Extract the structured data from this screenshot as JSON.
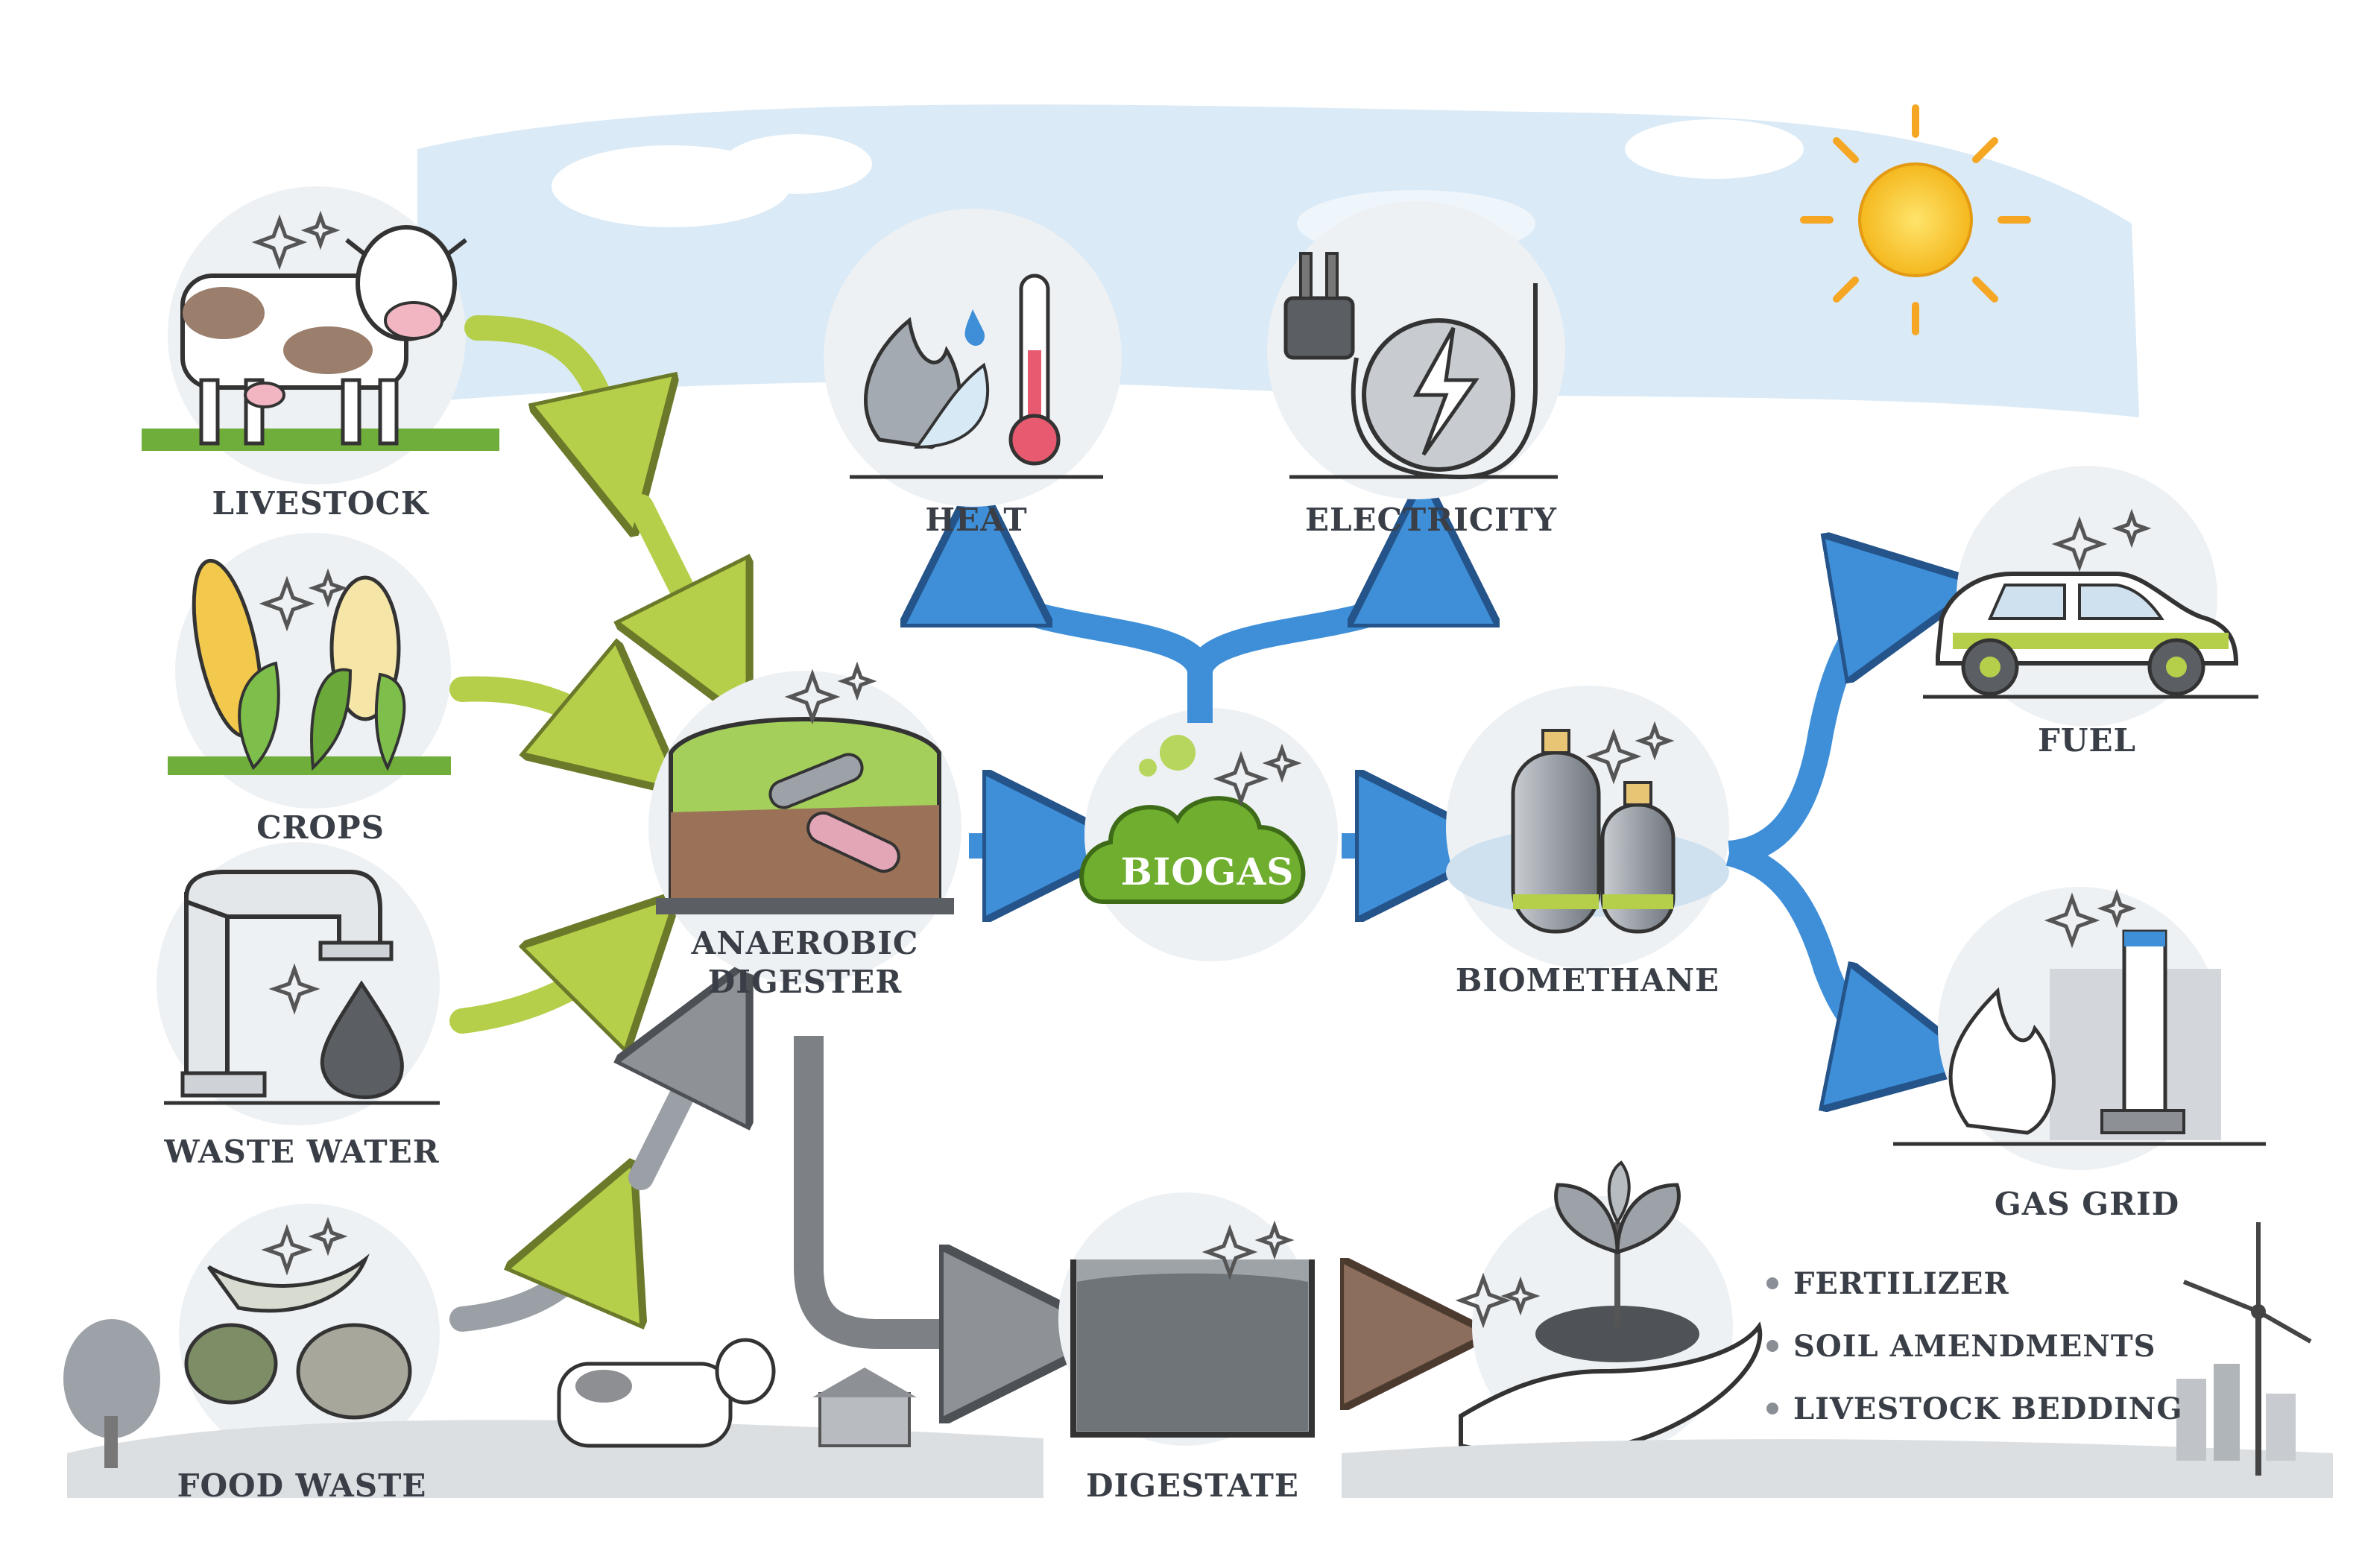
{
  "sources": {
    "livestock": "LIVESTOCK",
    "crops": "CROPS",
    "waste_water": "WASTE WATER",
    "food_waste": "FOOD WASTE"
  },
  "process": {
    "digester_line1": "ANAEROBIC",
    "digester_line2": "DIGESTER",
    "biogas": "BIOGAS",
    "biomethane": "BIOMETHANE",
    "digestate": "DIGESTATE"
  },
  "outputs": {
    "heat": "HEAT",
    "electricity": "ELECTRICITY",
    "fuel": "FUEL",
    "gas_grid": "GAS GRID"
  },
  "digestate_uses": [
    "FERTILIZER",
    "SOIL AMENDMENTS",
    "LIVESTOCK BEDDING"
  ],
  "colors": {
    "input_arrow": "#b5cf4a",
    "energy_arrow": "#3f8fd8",
    "waste_arrow": "#8e9297",
    "digestate_arrow": "#8b6f5c",
    "biogas_cloud": "#6fae2e",
    "sun": "#f7c531",
    "sky": "#cfe4f3"
  }
}
